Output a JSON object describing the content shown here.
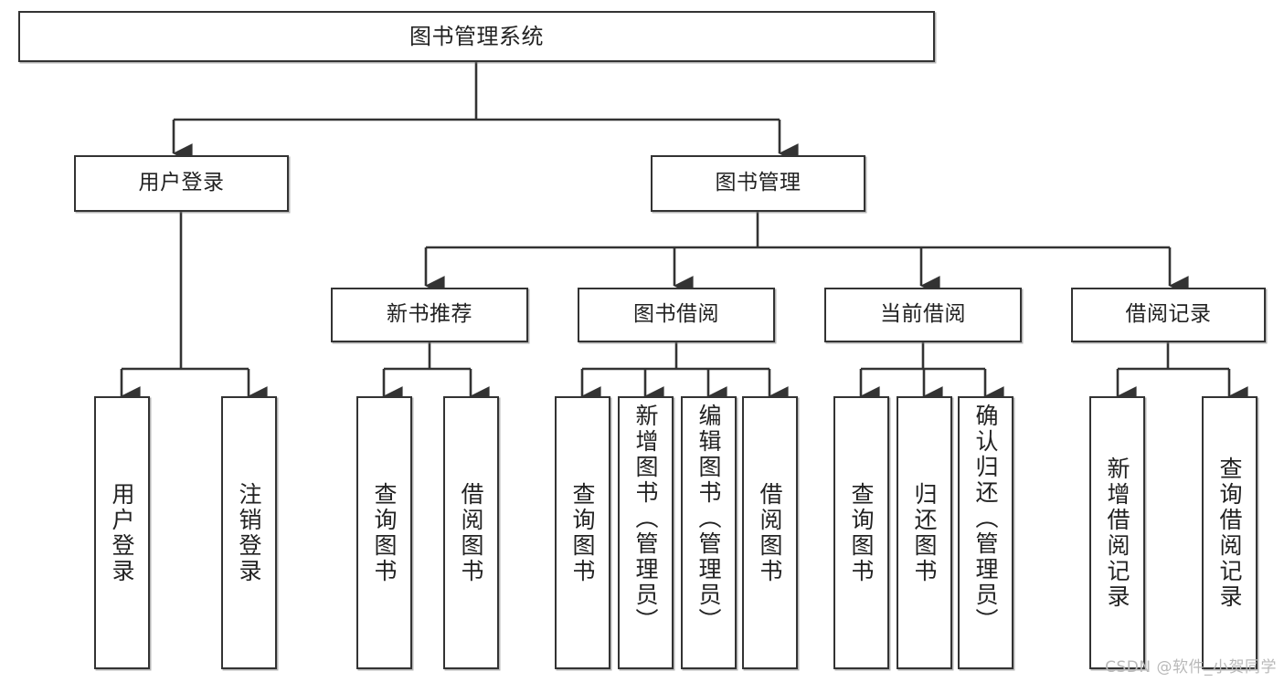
{
  "diagram": {
    "title": "图书管理系统",
    "type": "hierarchy-tree",
    "orientation": "top-down",
    "colors": {
      "stroke": "#333333",
      "fill": "#ffffff",
      "background": "#ffffff",
      "watermark": "#b9b9b9"
    },
    "root": {
      "label": "图书管理系统"
    },
    "level2": [
      {
        "label": "用户登录"
      },
      {
        "label": "图书管理"
      }
    ],
    "level3": [
      {
        "label": "新书推荐"
      },
      {
        "label": "图书借阅"
      },
      {
        "label": "当前借阅"
      },
      {
        "label": "借阅记录"
      }
    ],
    "leaves": {
      "user_login": [
        {
          "label": "用户登录"
        },
        {
          "label": "注销登录"
        }
      ],
      "new_book_recommend": [
        {
          "label": "查询图书"
        },
        {
          "label": "借阅图书"
        }
      ],
      "book_borrow": [
        {
          "label": "查询图书"
        },
        {
          "label": "新增图书（管理员）"
        },
        {
          "label": "编辑图书（管理员）"
        },
        {
          "label": "借阅图书"
        }
      ],
      "current_borrow": [
        {
          "label": "查询图书"
        },
        {
          "label": "归还图书"
        },
        {
          "label": "确认归还（管理员）"
        }
      ],
      "borrow_record": [
        {
          "label": "新增借阅记录"
        },
        {
          "label": "查询借阅记录"
        }
      ]
    }
  },
  "watermark": {
    "text": "CSDN @软件_小贺同学"
  }
}
